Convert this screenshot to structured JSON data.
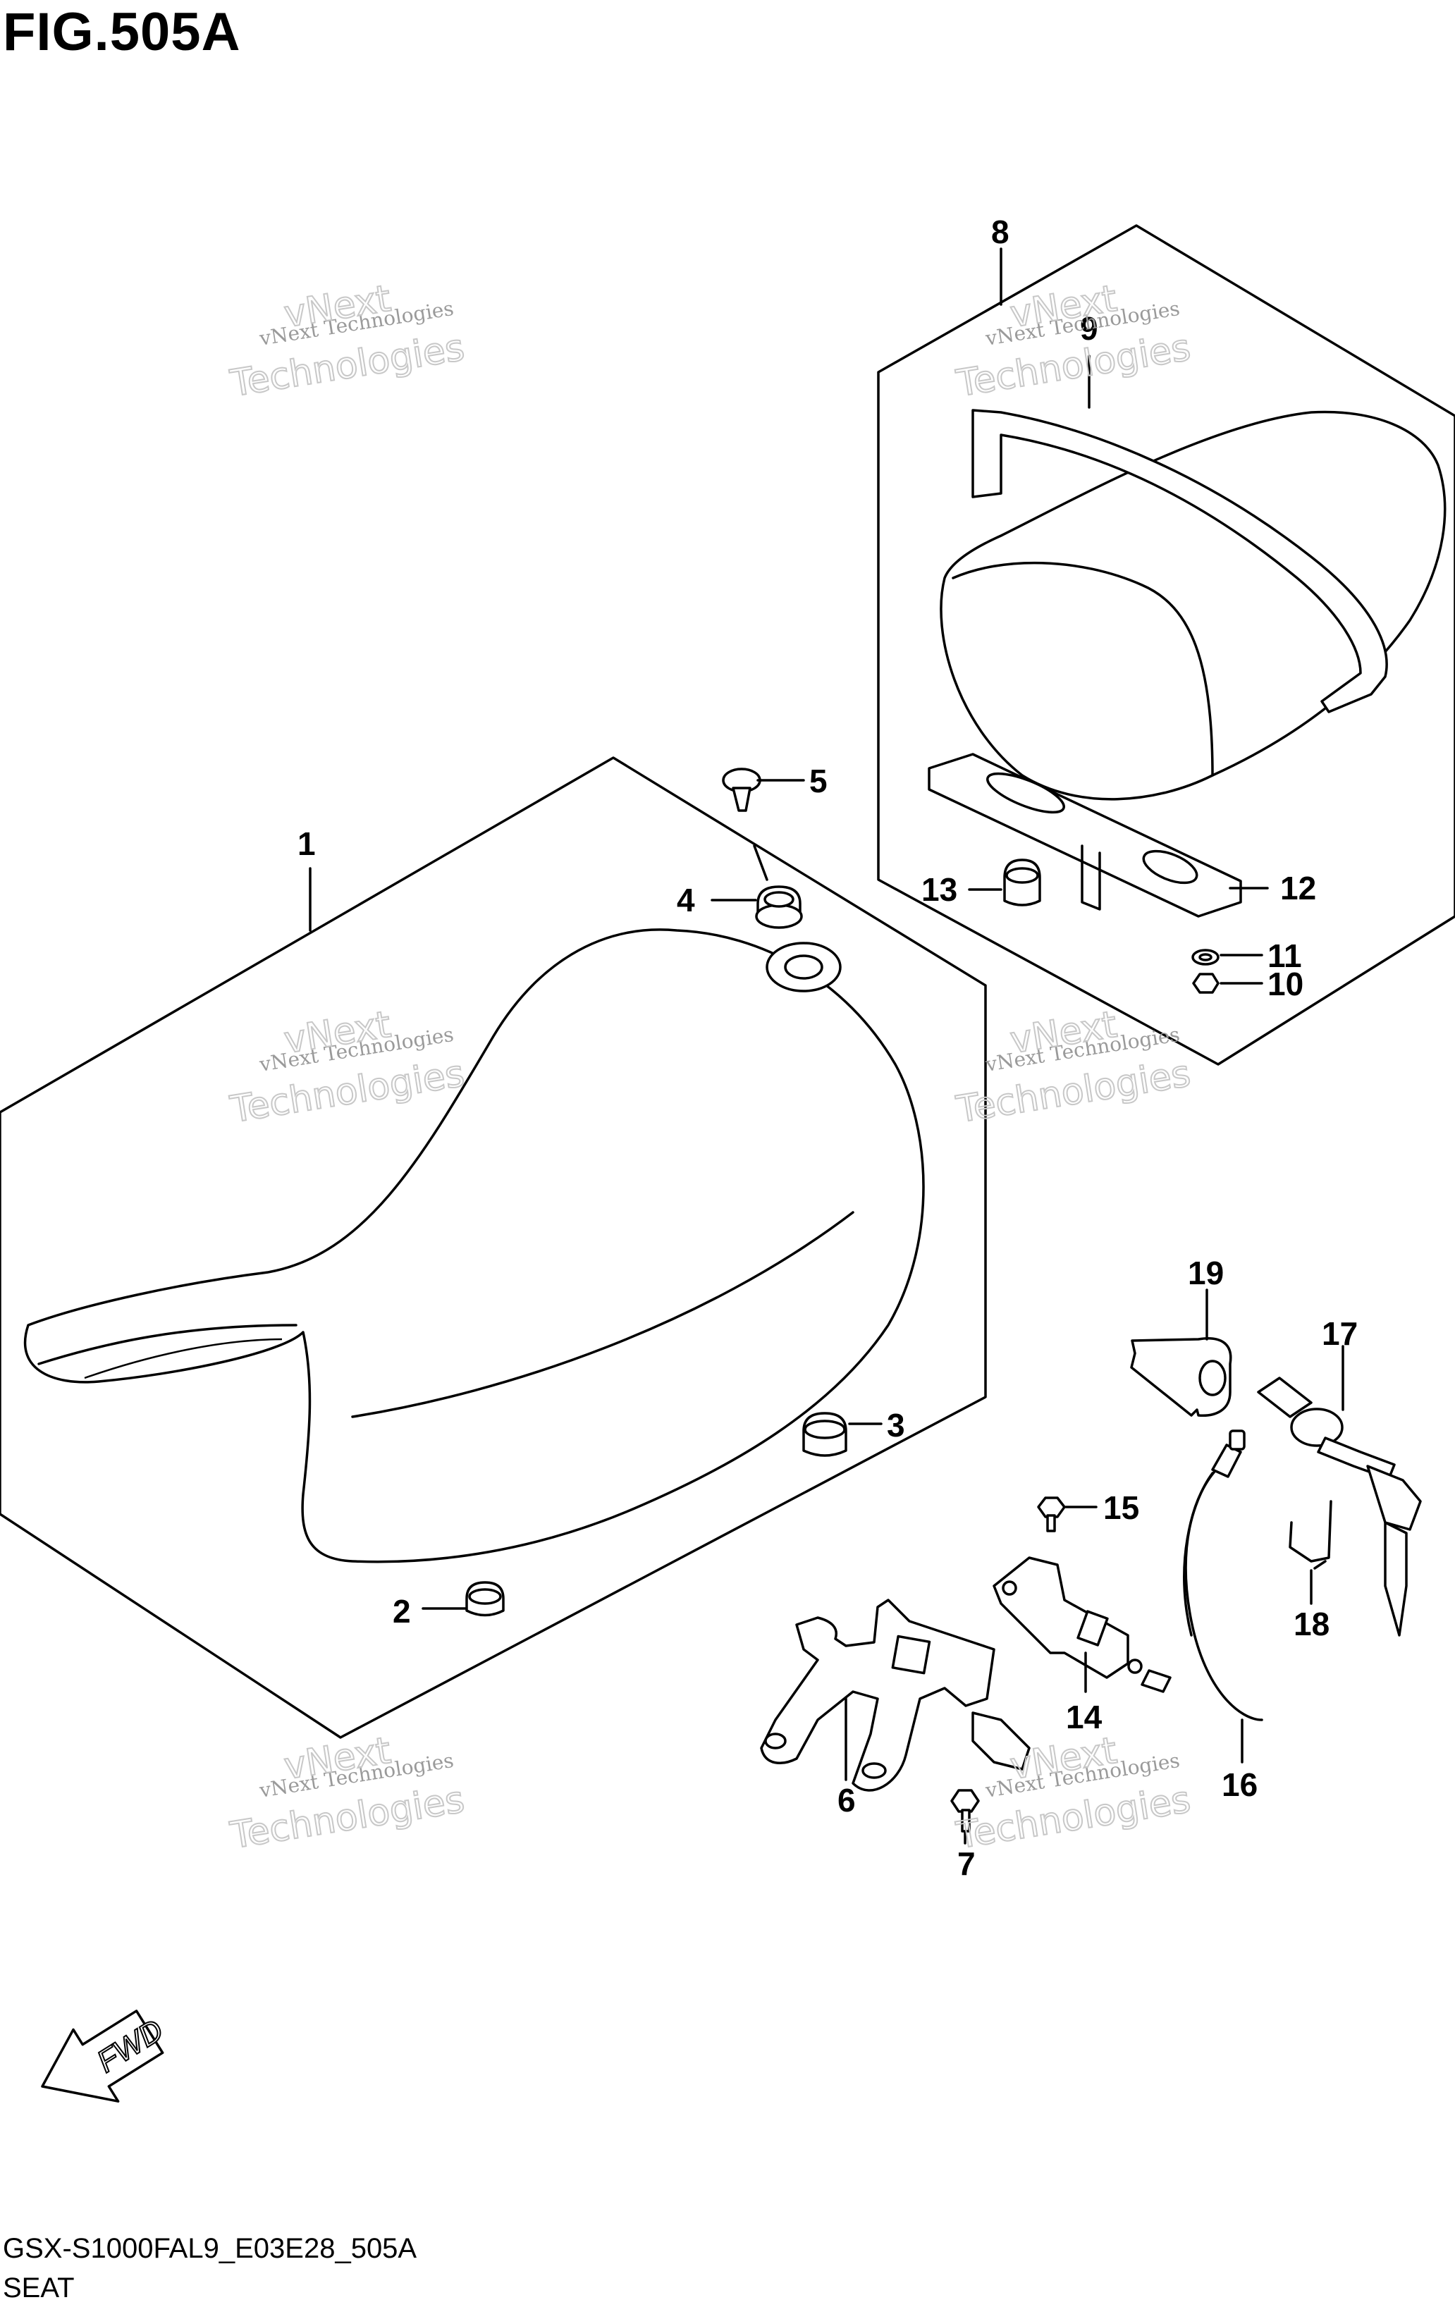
{
  "figure": {
    "title": "FIG.505A",
    "model_code": "GSX-S1000FAL9_E03E28_505A",
    "section_name": "SEAT"
  },
  "watermark": {
    "line_small": "vNext Technologies",
    "line_big_1": "vNext",
    "line_big_2": "Technologies"
  },
  "direction_arrow": {
    "label": "FWD",
    "icon": "fwd-arrow-icon"
  },
  "callouts": [
    {
      "id": "1",
      "part": "front-seat"
    },
    {
      "id": "2",
      "part": "cushion-small"
    },
    {
      "id": "3",
      "part": "cushion"
    },
    {
      "id": "4",
      "part": "grommet"
    },
    {
      "id": "5",
      "part": "clip"
    },
    {
      "id": "6",
      "part": "seat-lock-bracket"
    },
    {
      "id": "7",
      "part": "bolt"
    },
    {
      "id": "8",
      "part": "rear-seat-assembly"
    },
    {
      "id": "9",
      "part": "seat-strap"
    },
    {
      "id": "10",
      "part": "nut"
    },
    {
      "id": "11",
      "part": "washer"
    },
    {
      "id": "12",
      "part": "rear-seat-plate"
    },
    {
      "id": "13",
      "part": "cushion"
    },
    {
      "id": "14",
      "part": "seat-lock"
    },
    {
      "id": "15",
      "part": "bolt"
    },
    {
      "id": "16",
      "part": "seat-lock-cable"
    },
    {
      "id": "17",
      "part": "seat-lock-set"
    },
    {
      "id": "18",
      "part": "clip"
    },
    {
      "id": "19",
      "part": "bracket"
    }
  ]
}
